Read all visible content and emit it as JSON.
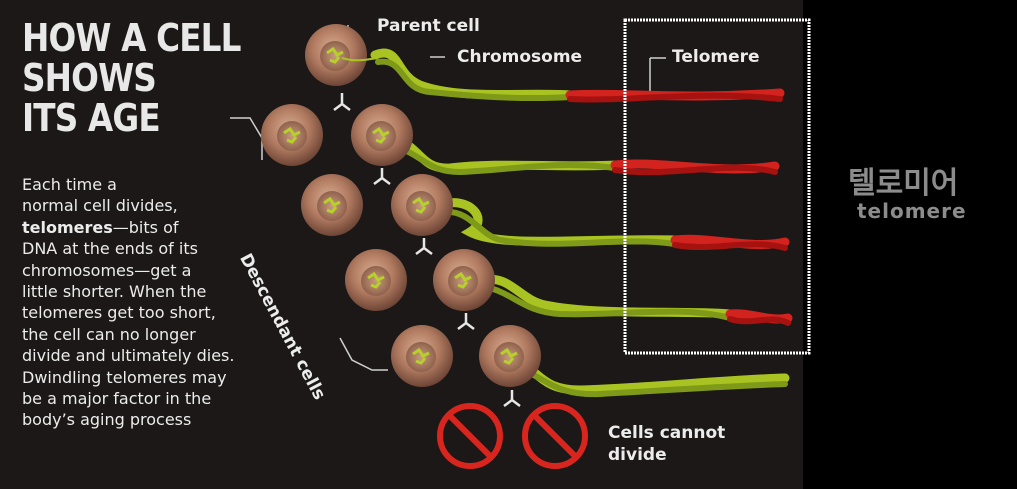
{
  "title_lines": [
    "HOW A CELL",
    "SHOWS",
    "ITS AGE"
  ],
  "body": {
    "line1": "Each time a",
    "line2": "normal cell divides,",
    "line3_bold": "telomeres",
    "line3_rest": "—bits of",
    "line4": "DNA at the ends of its",
    "line5": "chromosomes—get a",
    "line6": "little shorter. When the",
    "line7": "telomeres get too short,",
    "line8": "the cell can no longer",
    "line9": "divide and ultimately dies.",
    "line10": "Dwindling telomeres may",
    "line11": "be a major factor in the",
    "line12": "body’s aging process"
  },
  "labels": {
    "parent_cell": "Parent cell",
    "chromosome": "Chromosome",
    "telomere": "Telomere",
    "descendant_cells": "Descendant cells",
    "cannot_divide_line1": "Cells cannot",
    "cannot_divide_line2": "divide"
  },
  "side_caption": {
    "korean": "텔로미어",
    "english": "telomere"
  },
  "colors": {
    "background": "#1b1817",
    "chromosome": "#a9c422",
    "telomere": "#d3231f",
    "cell": "#b9846c",
    "stop_sign": "#d8261f",
    "highlight_box": "#ffffff"
  }
}
